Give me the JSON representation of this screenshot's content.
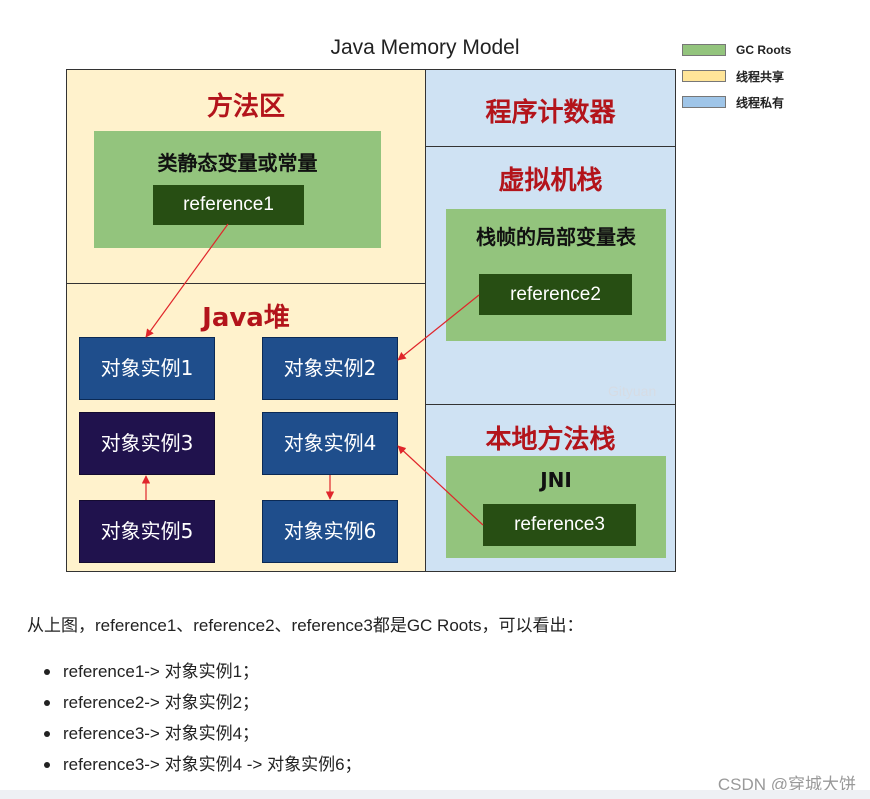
{
  "diagram": {
    "title": "Java Memory Model",
    "legend": [
      {
        "label": "GC Roots",
        "color": "#93c47d"
      },
      {
        "label": "线程共享",
        "color": "#ffe599"
      },
      {
        "label": "线程私有",
        "color": "#9fc5e8"
      }
    ],
    "colors": {
      "shared_region": "#fff2cc",
      "private_region": "#cfe2f3",
      "gc_root_box": "#93c47d",
      "reference_box": "#274e13",
      "heading_text": "#b3141b",
      "object_blue": "#1f4e8c",
      "object_navy": "#20124d",
      "arrow": "#e0262b"
    },
    "method_area": {
      "heading": "方法区",
      "static_box": {
        "title": "类静态变量或常量",
        "reference": "reference1"
      }
    },
    "heap": {
      "heading": "Java堆",
      "objects": [
        "对象实例1",
        "对象实例2",
        "对象实例3",
        "对象实例4",
        "对象实例5",
        "对象实例6"
      ]
    },
    "pc_register": {
      "heading": "程序计数器"
    },
    "vm_stack": {
      "heading": "虚拟机栈",
      "frame_box": {
        "title": "栈帧的局部变量表",
        "reference": "reference2"
      }
    },
    "native_stack": {
      "heading": "本地方法栈",
      "jni_box": {
        "title": "JNI",
        "reference": "reference3"
      }
    },
    "watermark": "Gityuan"
  },
  "caption": "从上图，reference1、reference2、reference3都是GC Roots，可以看出：",
  "bullets": [
    "reference1-> 对象实例1；",
    "reference2-> 对象实例2；",
    "reference3-> 对象实例4；",
    "reference3-> 对象实例4 -> 对象实例6；"
  ],
  "credit": "CSDN @穿城大饼"
}
